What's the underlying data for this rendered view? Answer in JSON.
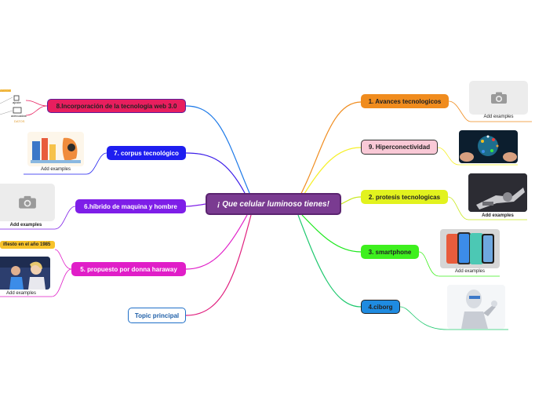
{
  "central": {
    "label": "¡ Que celular luminoso tienes!"
  },
  "right_topics": [
    {
      "label": "1. Avances tecnologicos",
      "color": "#f08c1e",
      "text_color": "#222222"
    },
    {
      "label": "9. Hiperconectividad",
      "color": "#f9c9d6",
      "text_color": "#222222"
    },
    {
      "label": "2. protesis tecnologicas",
      "color": "#e2f21e",
      "text_color": "#222222"
    },
    {
      "label": "3. smartphone",
      "color": "#3ef01e",
      "text_color": "#222222"
    },
    {
      "label": "4.ciborg",
      "color": "#1f8be0",
      "text_color": "#222222"
    }
  ],
  "left_topics": [
    {
      "label": "8.Incorporación de la tecnología web 3.0",
      "color": "#e81e5e",
      "text_color": "#222222"
    },
    {
      "label": "7. corpus tecnológico",
      "color": "#1e1ef0",
      "text_color": "#ffffff"
    },
    {
      "label": "6.híbrido de maquina y hombre",
      "color": "#7e1ee8",
      "text_color": "#ffffff"
    },
    {
      "label": "5. propuesto por donna haraway",
      "color": "#e01ec8",
      "text_color": "#ffffff"
    },
    {
      "label": "Topic principal",
      "color": "#ffffff",
      "text_color": "#1f5fa8"
    }
  ],
  "captions": {
    "avances": "Add examples",
    "protesis": "Add examples",
    "smartphone": "Add examples",
    "corpus": "Add examples",
    "hibrido": "Add examples",
    "haraway": "Add examples"
  },
  "web3_labels": [
    "DATOS",
    "ajuste",
    "adecuadas",
    "DATOS"
  ],
  "callout": {
    "label": "ifiesto en el año 1985",
    "color": "#f7c22a"
  },
  "icons": {
    "placeholder": "camera-icon"
  }
}
